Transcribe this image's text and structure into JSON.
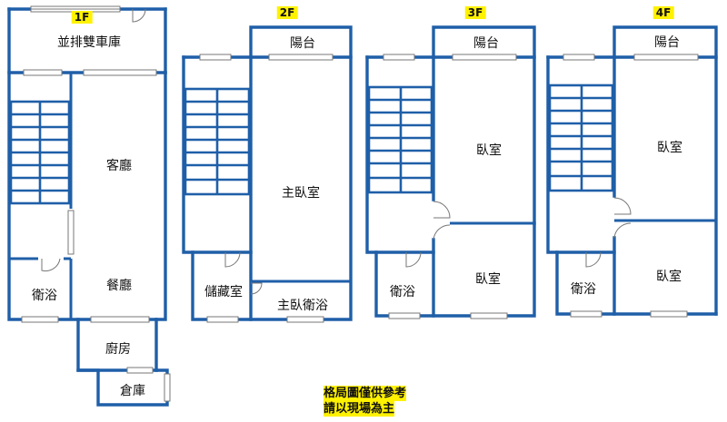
{
  "floors": [
    {
      "label": "1F",
      "rooms": [
        "並排雙車庫",
        "客廳",
        "衛浴",
        "餐廳",
        "廚房",
        "倉庫"
      ]
    },
    {
      "label": "2F",
      "rooms": [
        "陽台",
        "主臥室",
        "儲藏室",
        "主臥衛浴"
      ]
    },
    {
      "label": "3F",
      "rooms": [
        "陽台",
        "臥室",
        "衛浴",
        "臥室"
      ]
    },
    {
      "label": "4F",
      "rooms": [
        "陽台",
        "臥室",
        "衛浴",
        "臥室"
      ]
    }
  ],
  "note": {
    "line1": "格局圖僅供參考",
    "line2": "請以現場為主"
  },
  "colors": {
    "wall": "#1f5fa8",
    "highlight": "#fff200"
  }
}
